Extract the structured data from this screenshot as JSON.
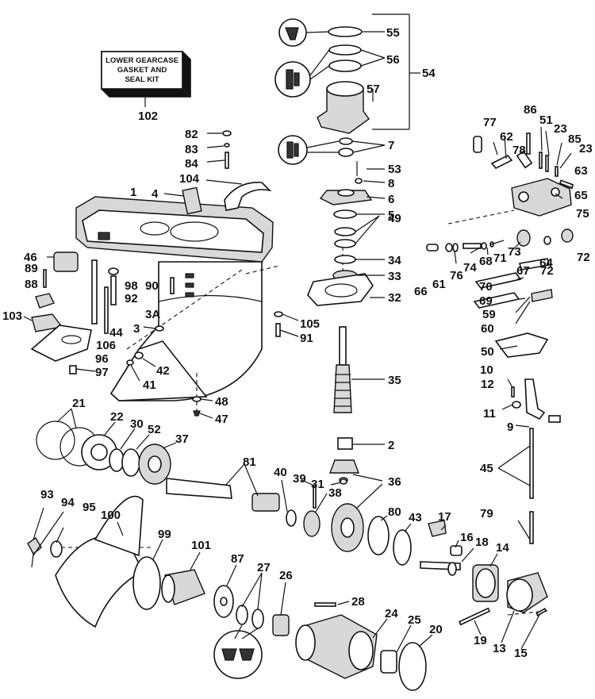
{
  "kit_box": {
    "line1": "LOWER GEARCASE",
    "line2": "GASKET AND",
    "line3": "SEAL KIT"
  },
  "callouts": {
    "c1": "1",
    "c2": "2",
    "c3": "3",
    "c3a": "3A",
    "c4": "4",
    "c5": "5",
    "c6": "6",
    "c7": "7",
    "c8": "8",
    "c9": "9",
    "c10": "10",
    "c11": "11",
    "c12": "12",
    "c13": "13",
    "c14": "14",
    "c15": "15",
    "c16": "16",
    "c17": "17",
    "c18": "18",
    "c19": "19",
    "c20": "20",
    "c21": "21",
    "c22": "22",
    "c23a": "23",
    "c23b": "23",
    "c24": "24",
    "c25": "25",
    "c26": "26",
    "c27": "27",
    "c28": "28",
    "c30": "30",
    "c31": "31",
    "c32": "32",
    "c33": "33",
    "c34": "34",
    "c35": "35",
    "c36": "36",
    "c37": "37",
    "c38": "38",
    "c39": "39",
    "c40": "40",
    "c41": "41",
    "c42": "42",
    "c43": "43",
    "c44": "44",
    "c45": "45",
    "c46": "46",
    "c47": "47",
    "c48": "48",
    "c49": "49",
    "c50": "50",
    "c51": "51",
    "c52": "52",
    "c53": "53",
    "c54": "54",
    "c55": "55",
    "c56": "56",
    "c57": "57",
    "c59": "59",
    "c60": "60",
    "c61": "61",
    "c62": "62",
    "c63": "63",
    "c64": "64",
    "c65": "65",
    "c66": "66",
    "c67": "67",
    "c68": "68",
    "c69": "69",
    "c70": "70",
    "c71": "71",
    "c72a": "72",
    "c72b": "72",
    "c73": "73",
    "c74": "74",
    "c75": "75",
    "c76": "76",
    "c77": "77",
    "c78": "78",
    "c79": "79",
    "c80": "80",
    "c81": "81",
    "c82": "82",
    "c83": "83",
    "c84": "84",
    "c85": "85",
    "c86": "86",
    "c87": "87",
    "c88": "88",
    "c89": "89",
    "c90": "90",
    "c91": "91",
    "c92": "92",
    "c93": "93",
    "c94": "94",
    "c95": "95",
    "c96": "96",
    "c97": "97",
    "c98": "98",
    "c99": "99",
    "c100": "100",
    "c101": "101",
    "c102": "102",
    "c103": "103",
    "c104": "104",
    "c105": "105",
    "c106": "106"
  }
}
